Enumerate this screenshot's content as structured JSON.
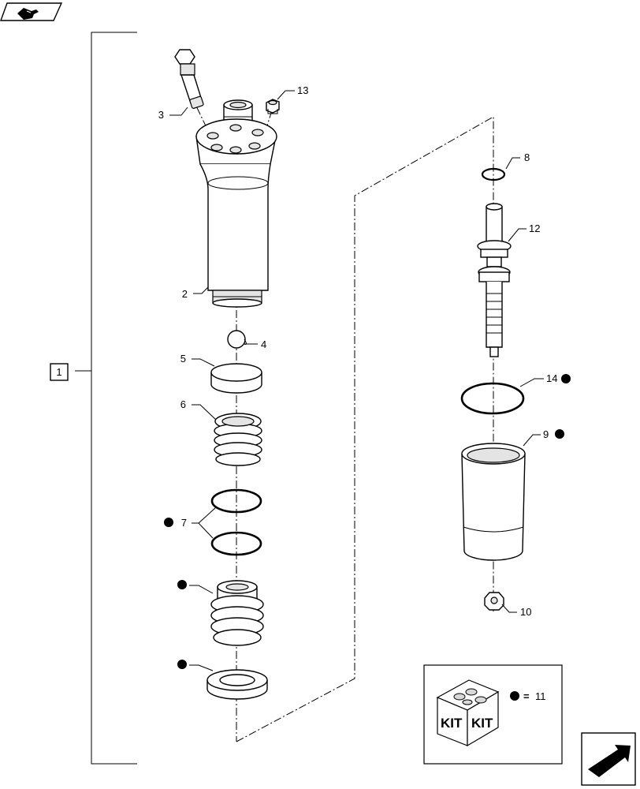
{
  "colors": {
    "line": "#000000",
    "background": "#ffffff",
    "shade": "#e4e4e4",
    "kit_marker": "#000000"
  },
  "toolbar": {
    "nav_back_icon": "hand-pointer-icon"
  },
  "nav": {
    "next_icon": "arrow-next-icon"
  },
  "assembly": {
    "number": "1"
  },
  "callouts": {
    "c2": "2",
    "c3": "3",
    "c4": "4",
    "c5": "5",
    "c6": "6",
    "c7": "7",
    "c8": "8",
    "c9": "9",
    "c10": "10",
    "c12": "12",
    "c13": "13",
    "c14": "14"
  },
  "kit": {
    "label_left": "KIT",
    "label_right": "KIT",
    "equals": "=",
    "number": "11"
  }
}
